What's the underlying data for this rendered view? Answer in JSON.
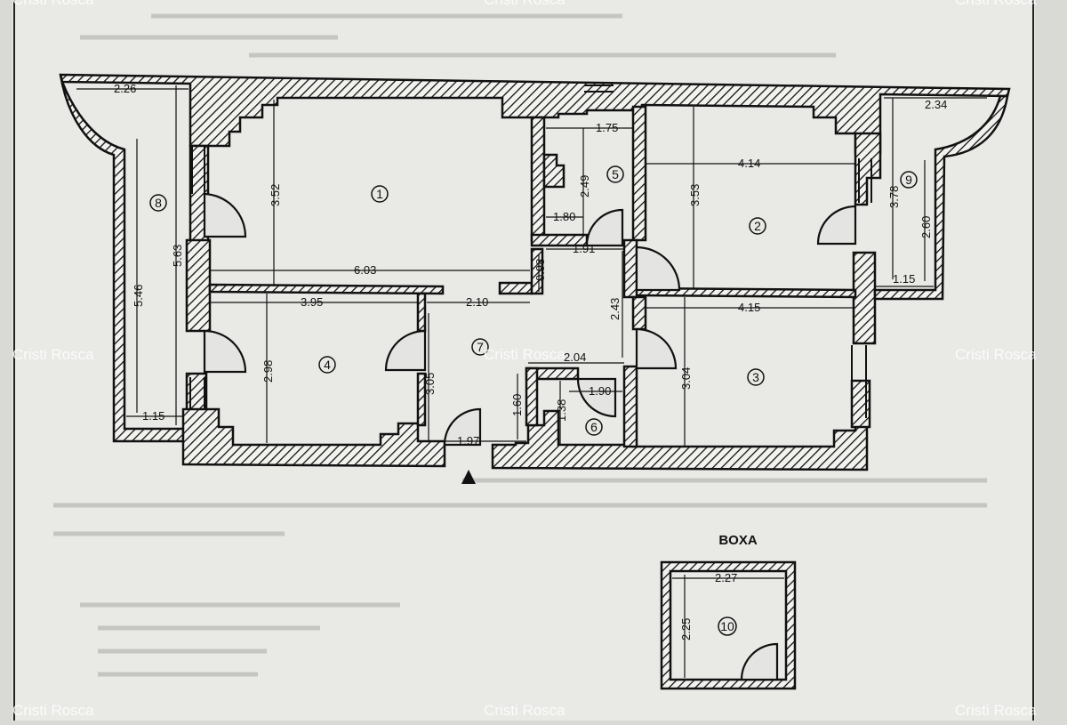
{
  "plan": {
    "room_numbers": [
      "1",
      "2",
      "3",
      "4",
      "5",
      "6",
      "7",
      "8",
      "9",
      "10"
    ],
    "dimensions": {
      "r8_top": "2.26",
      "r8_left": "5.46",
      "r8_height": "5.63",
      "r8_bottom": "1.15",
      "r1_height": "3.52",
      "r1_width": "6.03",
      "r4_width": "3.95",
      "r4_height": "2.98",
      "r7_width": "2.10",
      "r7_height": "3.05",
      "r7_bottom": "1.97",
      "wc_height": "1.60",
      "r5_top": "1.75",
      "r5_height": "2.49",
      "r5_bottom": "1.80",
      "hall_width": "1.91",
      "hall_small": "0.98",
      "hall_height": "2.43",
      "r6_top": "2.04",
      "r6_width": "1.90",
      "r6_height": "1.38",
      "r2_width": "4.14",
      "r2_height": "3.53",
      "r3_width": "4.15",
      "r3_height": "3.04",
      "r9_top": "2.34",
      "r9_height": "3.78",
      "r9_inner": "2.60",
      "r9_bottom": "1.15",
      "boxa_width": "2.27",
      "boxa_height": "2.25"
    },
    "boxa_title": "BOXA"
  },
  "watermark": "Cristi Rosca"
}
